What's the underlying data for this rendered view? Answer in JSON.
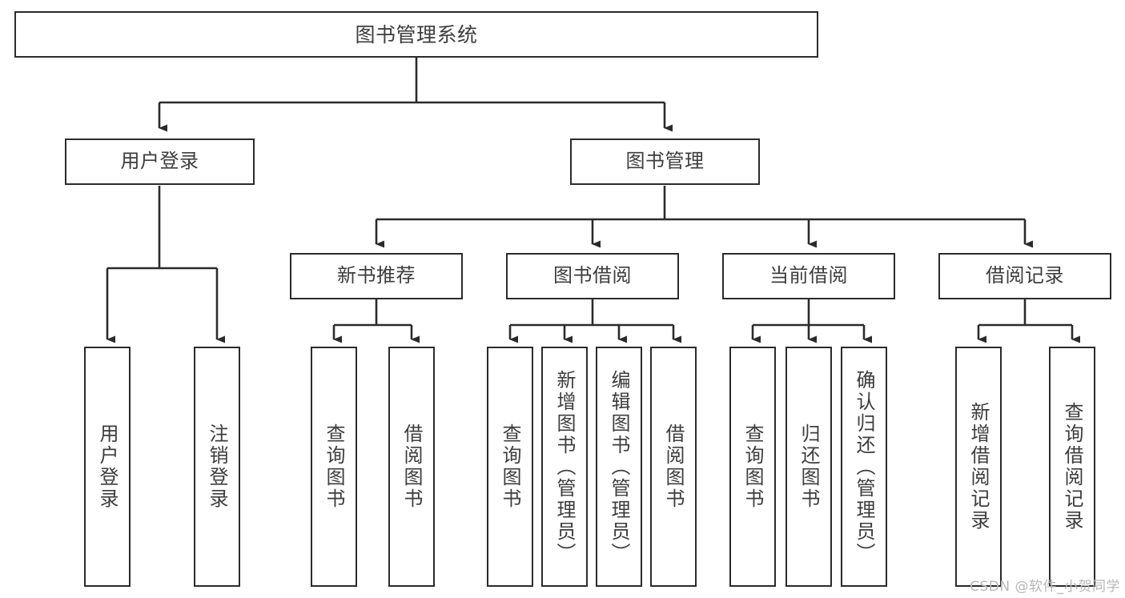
{
  "diagram": {
    "type": "tree",
    "title": "图书管理系统",
    "orientation": "top-down",
    "colors": {
      "box_border": "#2b2b2b",
      "box_fill": "#ffffff",
      "edge": "#2b2b2b",
      "text": "#3d3d3d",
      "background": "#ffffff",
      "watermark": "#b8b8b8"
    },
    "nodes": {
      "root": {
        "label": "图书管理系统",
        "level": 0
      },
      "user_login": {
        "label": "用户登录",
        "level": 1
      },
      "book_manage": {
        "label": "图书管理",
        "level": 1
      },
      "new_book_rec": {
        "label": "新书推荐",
        "level": 2
      },
      "book_borrow": {
        "label": "图书借阅",
        "level": 2
      },
      "current_borrow": {
        "label": "当前借阅",
        "level": 2
      },
      "borrow_record": {
        "label": "借阅记录",
        "level": 2
      },
      "leaf_user_login": {
        "label": "用户登录",
        "level": 2
      },
      "leaf_logout": {
        "label": "注销登录",
        "level": 2
      },
      "leaf_query_book_1": {
        "label": "查询图书",
        "level": 3
      },
      "leaf_borrow_book_1": {
        "label": "借阅图书",
        "level": 3
      },
      "leaf_query_book_2": {
        "label": "查询图书",
        "level": 3
      },
      "leaf_add_book": {
        "label": "新增图书（管理员）",
        "level": 3
      },
      "leaf_edit_book": {
        "label": "编辑图书（管理员）",
        "level": 3
      },
      "leaf_borrow_book_2": {
        "label": "借阅图书",
        "level": 3
      },
      "leaf_query_book_3": {
        "label": "查询图书",
        "level": 3
      },
      "leaf_return_book": {
        "label": "归还图书",
        "level": 3
      },
      "leaf_confirm_return": {
        "label": "确认归还（管理员）",
        "level": 3
      },
      "leaf_add_record": {
        "label": "新增借阅记录",
        "level": 3
      },
      "leaf_query_record": {
        "label": "查询借阅记录",
        "level": 3
      }
    },
    "edges": [
      {
        "from": "root",
        "to": "user_login"
      },
      {
        "from": "root",
        "to": "book_manage"
      },
      {
        "from": "user_login",
        "to": "leaf_user_login"
      },
      {
        "from": "user_login",
        "to": "leaf_logout"
      },
      {
        "from": "book_manage",
        "to": "new_book_rec"
      },
      {
        "from": "book_manage",
        "to": "book_borrow"
      },
      {
        "from": "book_manage",
        "to": "current_borrow"
      },
      {
        "from": "book_manage",
        "to": "borrow_record"
      },
      {
        "from": "new_book_rec",
        "to": "leaf_query_book_1"
      },
      {
        "from": "new_book_rec",
        "to": "leaf_borrow_book_1"
      },
      {
        "from": "book_borrow",
        "to": "leaf_query_book_2"
      },
      {
        "from": "book_borrow",
        "to": "leaf_add_book"
      },
      {
        "from": "book_borrow",
        "to": "leaf_edit_book"
      },
      {
        "from": "book_borrow",
        "to": "leaf_borrow_book_2"
      },
      {
        "from": "current_borrow",
        "to": "leaf_query_book_3"
      },
      {
        "from": "current_borrow",
        "to": "leaf_return_book"
      },
      {
        "from": "current_borrow",
        "to": "leaf_confirm_return"
      },
      {
        "from": "borrow_record",
        "to": "leaf_add_record"
      },
      {
        "from": "borrow_record",
        "to": "leaf_query_record"
      }
    ]
  },
  "watermark": {
    "text": "CSDN @软件_小贺同学"
  }
}
